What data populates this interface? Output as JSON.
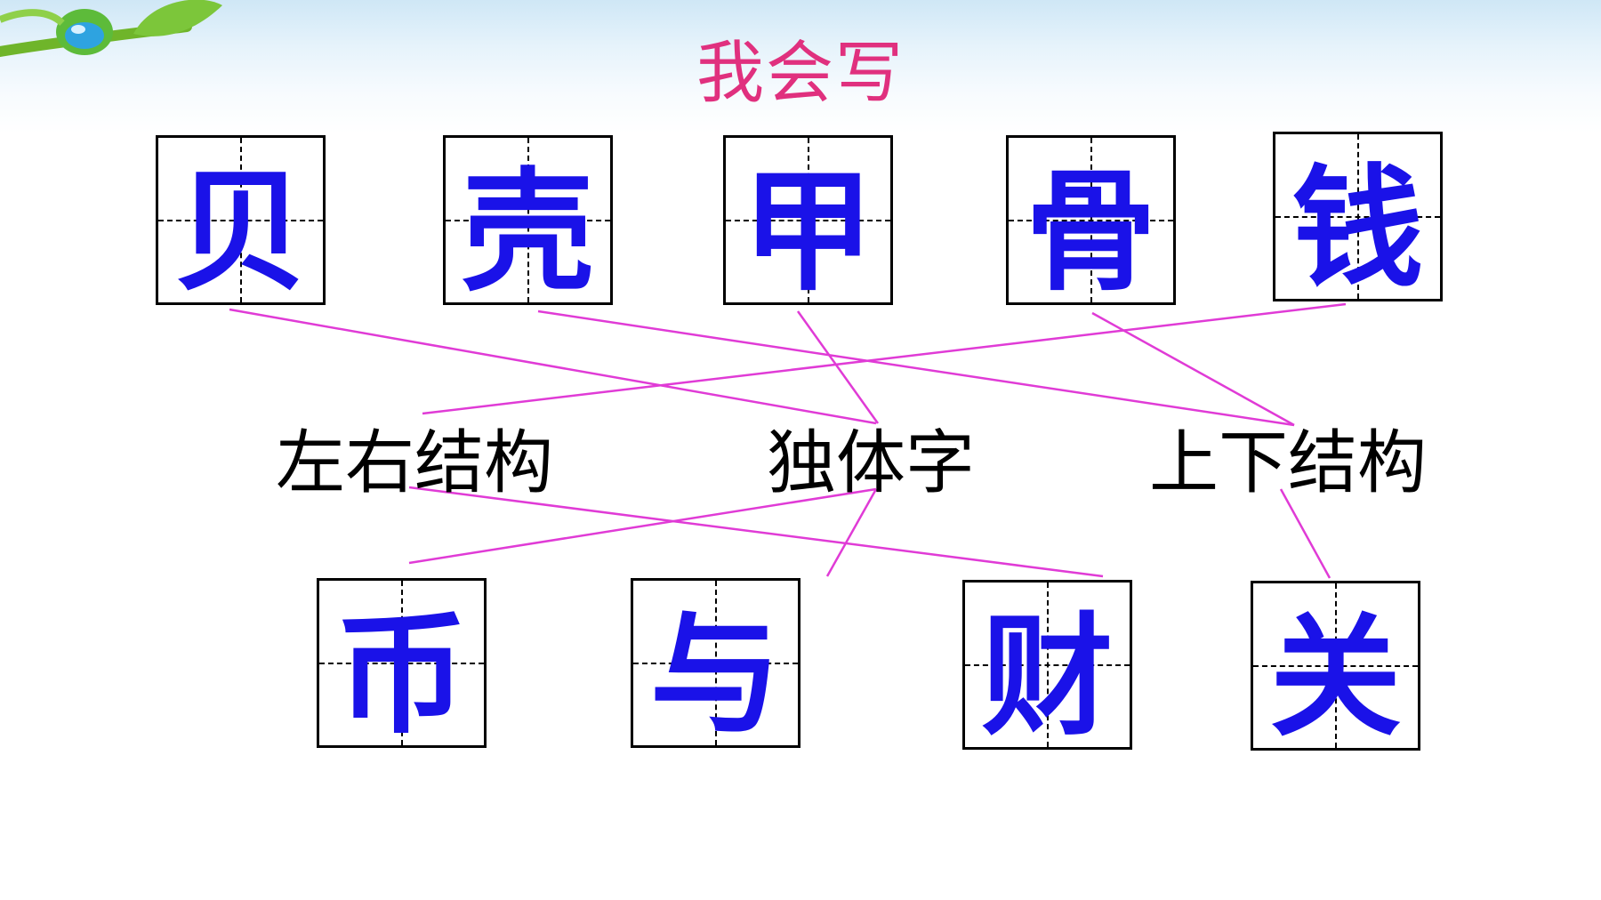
{
  "title": "我会写",
  "top_chars": [
    "贝",
    "壳",
    "甲",
    "骨",
    "钱"
  ],
  "structures": [
    "左右结构",
    "独体字",
    "上下结构"
  ],
  "bottom_chars": [
    "币",
    "与",
    "财",
    "关"
  ],
  "colors": {
    "title": "#e0307e",
    "character": "#1a12e8",
    "connector": "#e03bd6"
  }
}
